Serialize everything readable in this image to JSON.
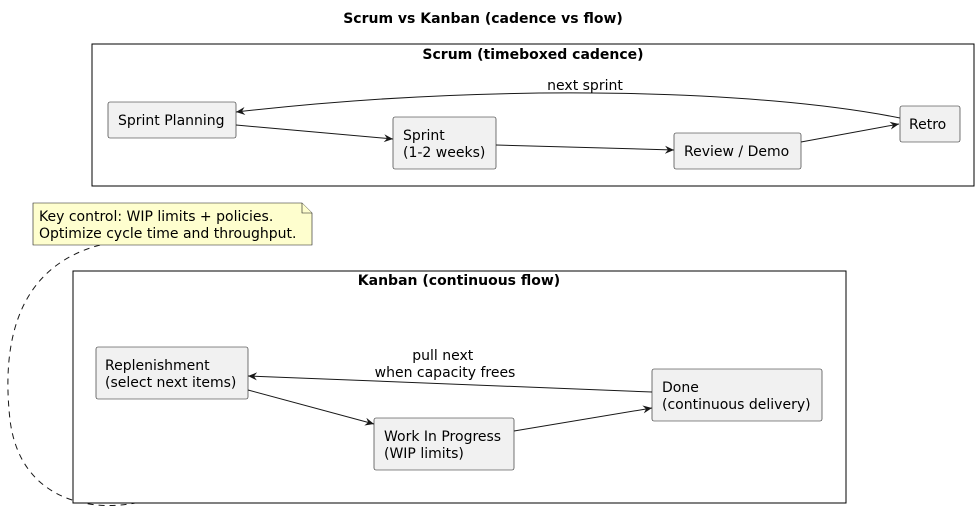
{
  "diagram": {
    "title": "Scrum vs Kanban (cadence vs flow)",
    "scrum": {
      "title": "Scrum (timeboxed cadence)",
      "nodes": {
        "planning": [
          "Sprint Planning"
        ],
        "sprint": [
          "Sprint",
          "(1-2 weeks)"
        ],
        "review": [
          "Review / Demo"
        ],
        "retro": [
          "Retro"
        ]
      },
      "edges": {
        "retro_to_planning": "next sprint"
      }
    },
    "note": {
      "lines": [
        "Key control: WIP limits + policies.",
        "Optimize cycle time and throughput."
      ]
    },
    "kanban": {
      "title": "Kanban (continuous flow)",
      "nodes": {
        "replenishment": [
          "Replenishment",
          "(select next items)"
        ],
        "wip": [
          "Work In Progress",
          "(WIP limits)"
        ],
        "done": [
          "Done",
          "(continuous delivery)"
        ]
      },
      "edges": {
        "done_to_replenishment": [
          "pull next",
          "when capacity frees"
        ]
      }
    },
    "colors": {
      "node_fill": "#f1f1f1",
      "node_stroke": "#181818",
      "note_fill": "#fefece",
      "frame_stroke": "#000000"
    }
  }
}
